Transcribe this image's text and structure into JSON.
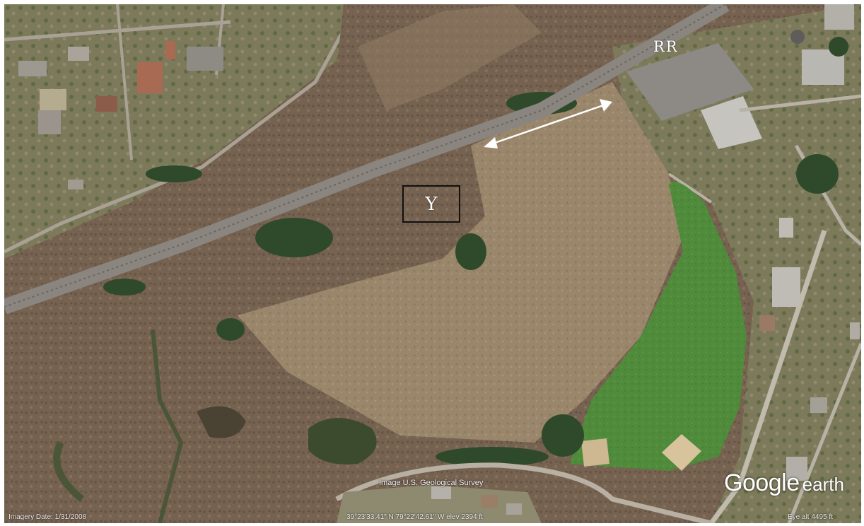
{
  "labels": {
    "rr": "RR",
    "y": "Y"
  },
  "attribution": "Image U.S. Geological Survey",
  "status": {
    "imagery_date": "Imagery Date: 1/31/2008",
    "coordinates": "39°23'33.41\" N  79°22'42.61\" W  elev  2394 ft",
    "eye_alt": "Eye alt    4495 ft"
  },
  "logo": {
    "google": "Google",
    "earth": "earth"
  },
  "colors": {
    "field_green": "#4e8a3a",
    "scrub_brown": "#7a6650",
    "dry_tan": "#9c8a6c",
    "railroad": "#8f8a84",
    "arrow": "#ffffff"
  }
}
